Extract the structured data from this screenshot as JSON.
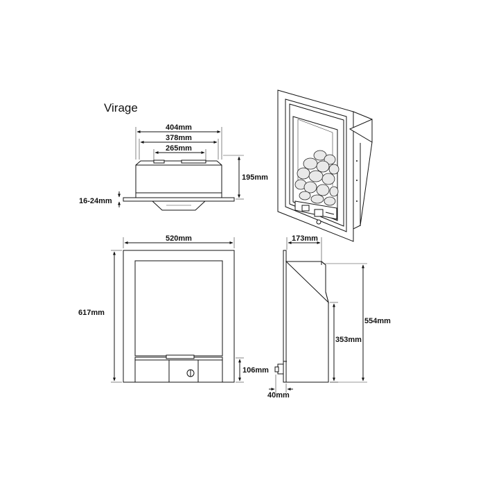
{
  "product": {
    "name": "Virage"
  },
  "dimensions": {
    "top_outer": "404mm",
    "top_middle": "378mm",
    "top_inner": "265mm",
    "top_depth": "195mm",
    "frame_thickness": "16-24mm",
    "front_width": "520mm",
    "front_height": "617mm",
    "control_panel_height": "106mm",
    "side_depth": "173mm",
    "side_opening_height": "353mm",
    "side_total_height": "554mm",
    "control_projection": "40mm"
  }
}
